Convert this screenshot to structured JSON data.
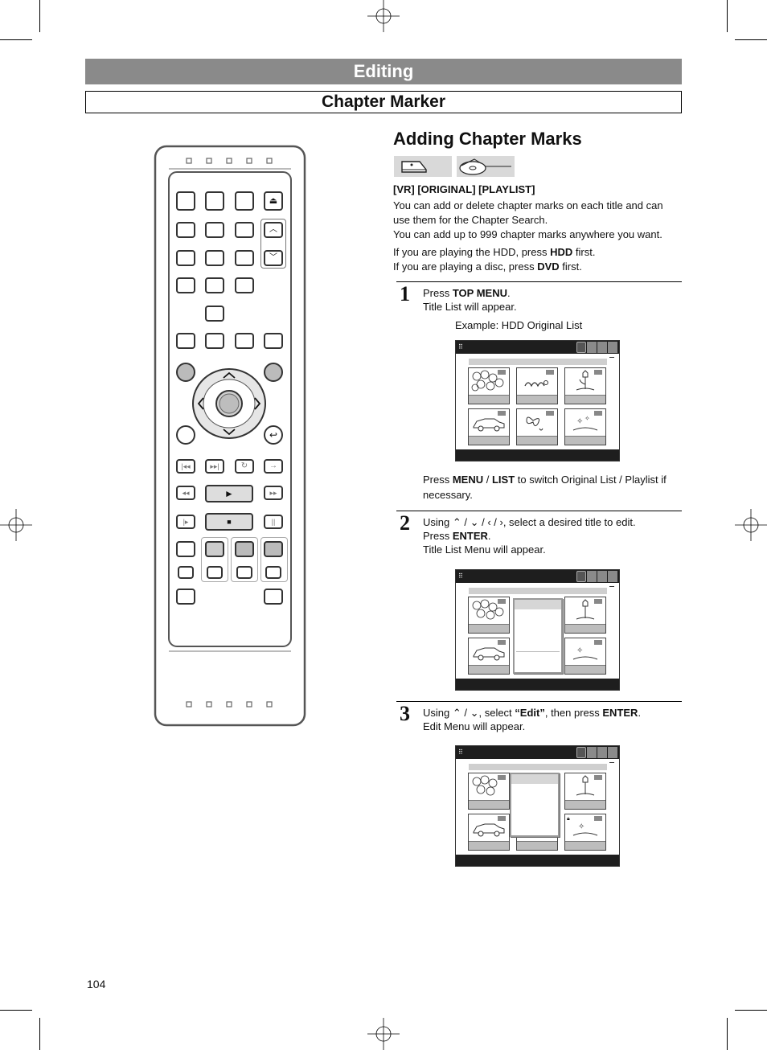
{
  "header": {
    "banner_title": "Editing",
    "sub_title": "Chapter Marker"
  },
  "section": {
    "title": "Adding Chapter Marks",
    "media_icons": [
      "hdd-icon",
      "dvd-icon"
    ],
    "tags": "[VR] [ORIGINAL] [PLAYLIST]",
    "intro_line1": "You can add or delete chapter marks on each title and can use them for the Chapter Search.",
    "intro_line2": "You can add up to 999 chapter marks anywhere you want.",
    "hdd_pre": "If you are playing the HDD, press ",
    "hdd_key": "HDD",
    "hdd_post": " first.",
    "dvd_pre": "If you are playing a disc, press ",
    "dvd_key": "DVD",
    "dvd_post": " first."
  },
  "steps": [
    {
      "number": "1",
      "pre": "Press ",
      "key": "TOP MENU",
      "post": ".",
      "line2": "Title List will appear.",
      "example": "Example: HDD Original List",
      "note_pre": "Press ",
      "note_key1": "MENU",
      "note_sep": " / ",
      "note_key2": "LIST",
      "note_post": " to switch Original List / Playlist if necessary."
    },
    {
      "number": "2",
      "pre": "Using ",
      "arrows": "⌃ / ⌄ / ‹ / ›",
      "mid": ", select a desired title to edit.",
      "line2_pre": "Press ",
      "line2_key": "ENTER",
      "line2_post": ".",
      "line3": "Title List Menu will appear."
    },
    {
      "number": "3",
      "pre": "Using ",
      "arrows": "⌃ / ⌄",
      "mid": ", select ",
      "quoted": "“Edit”",
      "mid2": ", then press ",
      "key": "ENTER",
      "post": ".",
      "line2": "Edit Menu will appear."
    }
  ],
  "remote": {
    "play_symbol": "►",
    "stop_symbol": "■"
  },
  "footer": {
    "page_number": "104"
  }
}
